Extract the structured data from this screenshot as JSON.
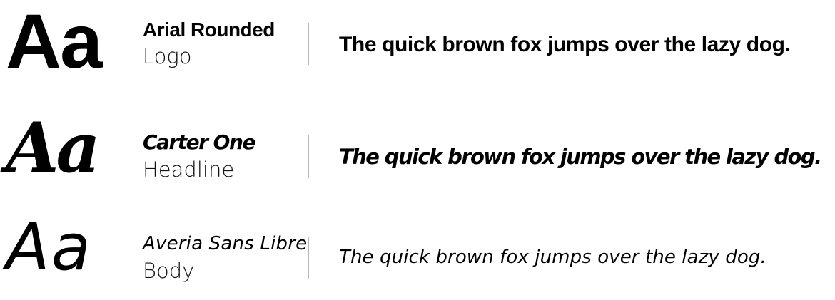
{
  "fonts": [
    {
      "sample": "Aa",
      "name": "Arial Rounded",
      "role": "Logo",
      "pangram": "The quick brown fox jumps over the lazy dog."
    },
    {
      "sample": "Aa",
      "name": "Carter One",
      "role": "Headline",
      "pangram": "The quick brown fox jumps over the lazy dog."
    },
    {
      "sample": "Aa",
      "name": "Averia Sans Libre",
      "role": "Body",
      "pangram": "The quick brown fox jumps over the lazy dog."
    }
  ],
  "colors": {
    "text": "#000000",
    "divider": "#b8b8b8",
    "background": "#ffffff"
  }
}
